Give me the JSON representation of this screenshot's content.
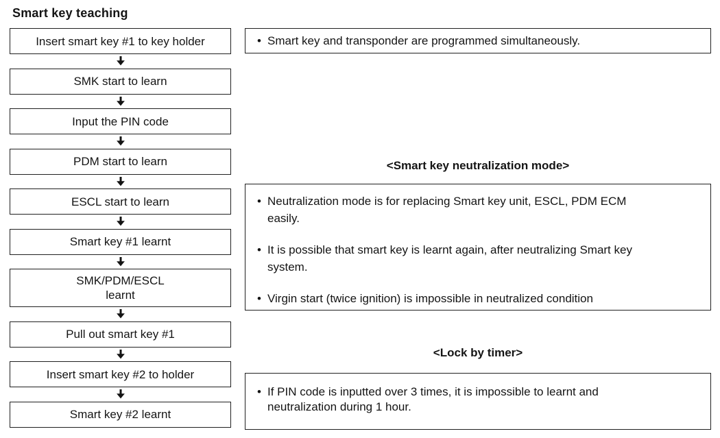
{
  "title": "Smart key teaching",
  "flowchart": {
    "steps": [
      {
        "label": "Insert smart key #1 to key holder"
      },
      {
        "label": "SMK start to learn"
      },
      {
        "label": "Input the PIN code"
      },
      {
        "label": "PDM start to learn"
      },
      {
        "label": "ESCL start to learn"
      },
      {
        "label": "Smart key #1 learnt"
      },
      {
        "label": "SMK/PDM/ESCL\nlearnt"
      },
      {
        "label": "Pull out smart key #1"
      },
      {
        "label": "Insert smart key #2 to holder"
      },
      {
        "label": "Smart key #2 learnt"
      }
    ]
  },
  "notes": {
    "bullet": "•",
    "top": {
      "text": "Smart key and transponder are programmed simultaneously."
    },
    "neutralization": {
      "heading": "<Smart key neutralization mode>",
      "items": [
        {
          "text": "Neutralization mode is for replacing Smart key unit, ESCL, PDM ECM\neasily."
        },
        {
          "text": "It is possible that smart key is learnt again, after neutralizing Smart key\nsystem."
        },
        {
          "text": "Virgin start (twice ignition) is impossible in neutralized condition"
        }
      ]
    },
    "lock_by_timer": {
      "heading": "<Lock by timer>",
      "items": [
        {
          "text": "If PIN code is inputted over 3 times, it is impossible to learnt and\nneutralization during 1 hour."
        }
      ]
    }
  },
  "colors": {
    "text": "#141414",
    "border": "#1f1f1f",
    "background": "#ffffff"
  }
}
